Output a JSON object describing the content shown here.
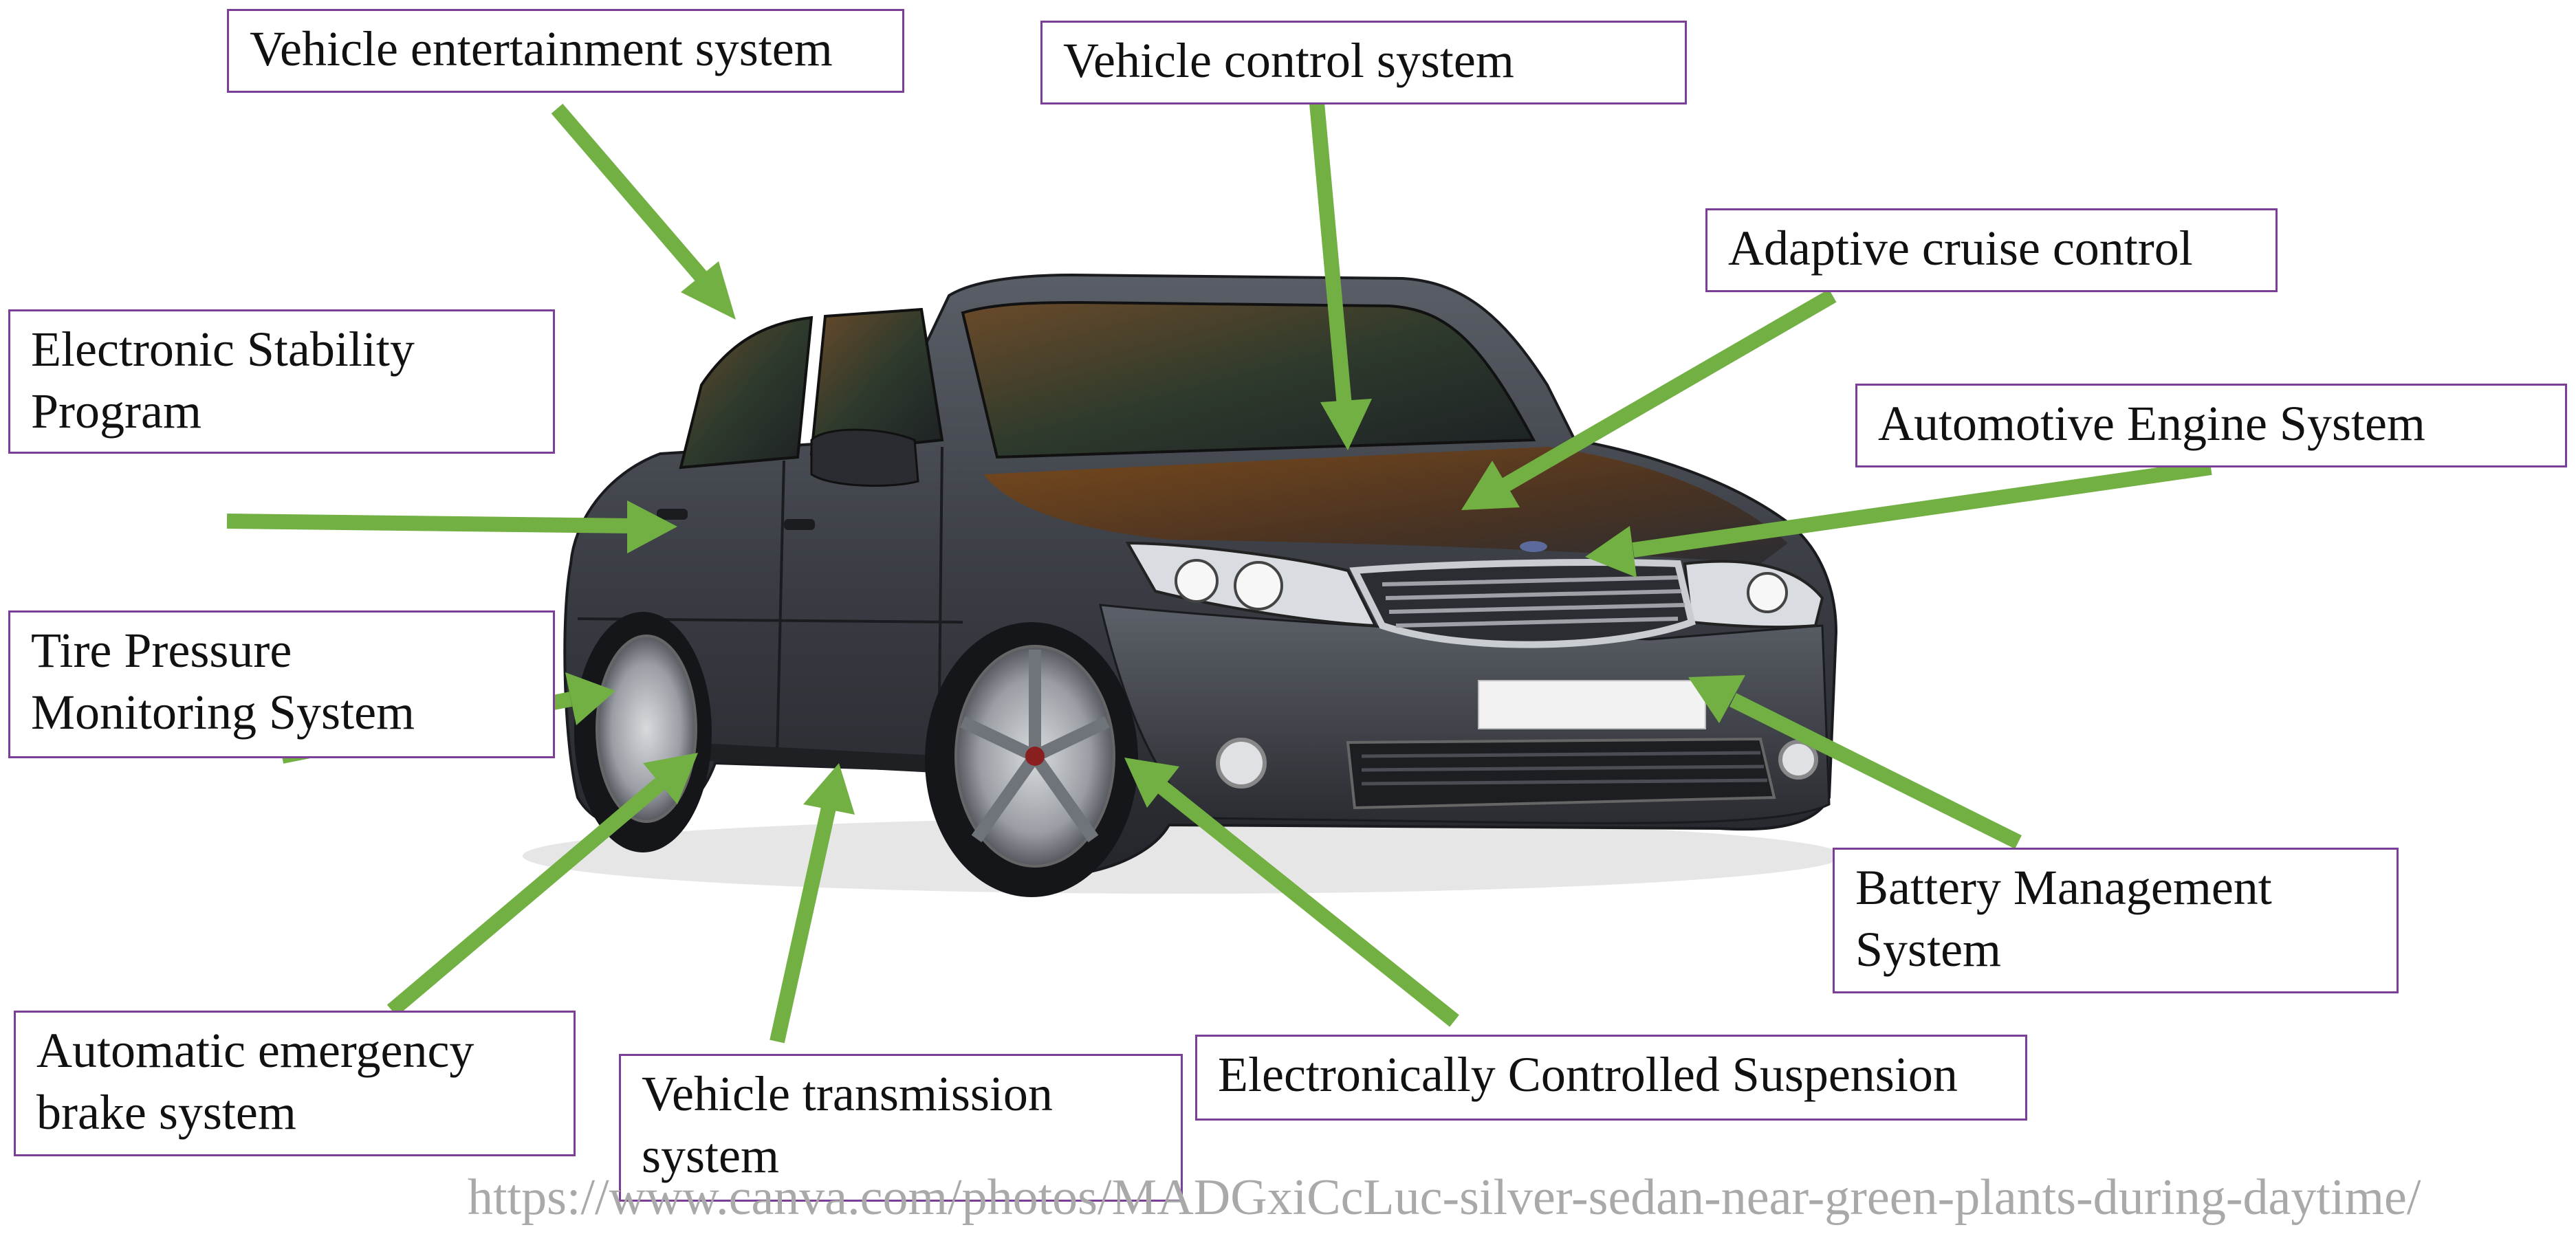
{
  "labels": {
    "entertainment": "Vehicle entertainment system",
    "control": "Vehicle control system",
    "cruise": "Adaptive cruise control",
    "esp_line1": "Electronic Stability",
    "esp_line2": "Program",
    "engine": "Automotive Engine System",
    "tpms_line1": "Tire Pressure",
    "tpms_line2": "Monitoring System",
    "battery_line1": "Battery Management",
    "battery_line2": "System",
    "brake_line1": "Automatic emergency",
    "brake_line2": "brake system",
    "transmission_line1": "Vehicle transmission",
    "transmission_line2": "system",
    "suspension": "Electronically Controlled Suspension"
  },
  "source_url": "https://www.canva.com/photos/MADGxiCcLuc-silver-sedan-near-green-plants-during-daytime/",
  "colors": {
    "arrow": "#72b043",
    "box_border": "#7b3f98",
    "car_body": "#3a3d44",
    "url_text": "#a9a9a9"
  }
}
